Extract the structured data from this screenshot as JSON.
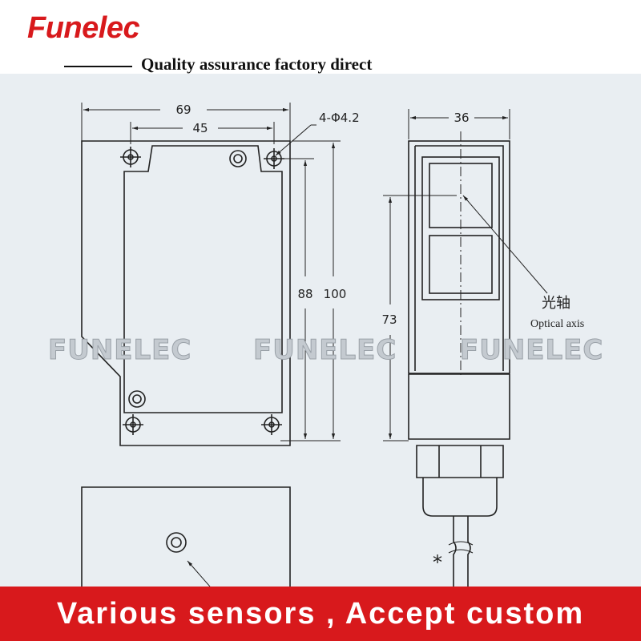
{
  "header": {
    "brand": "Funelec",
    "tagline": "Quality assurance factory direct"
  },
  "drawing": {
    "dim_width_overall": "69",
    "dim_width_holes": "45",
    "dim_hole_spec": "4-Φ4.2",
    "dim_height_holes": "88",
    "dim_height_overall": "100",
    "dim_side_width": "36",
    "dim_side_height": "73",
    "optical_axis_cn": "光轴",
    "optical_axis_en": "Optical axis",
    "asterisk": "*",
    "watermark": "FUNELEC"
  },
  "footer": {
    "text": "Various sensors , Accept custom"
  }
}
